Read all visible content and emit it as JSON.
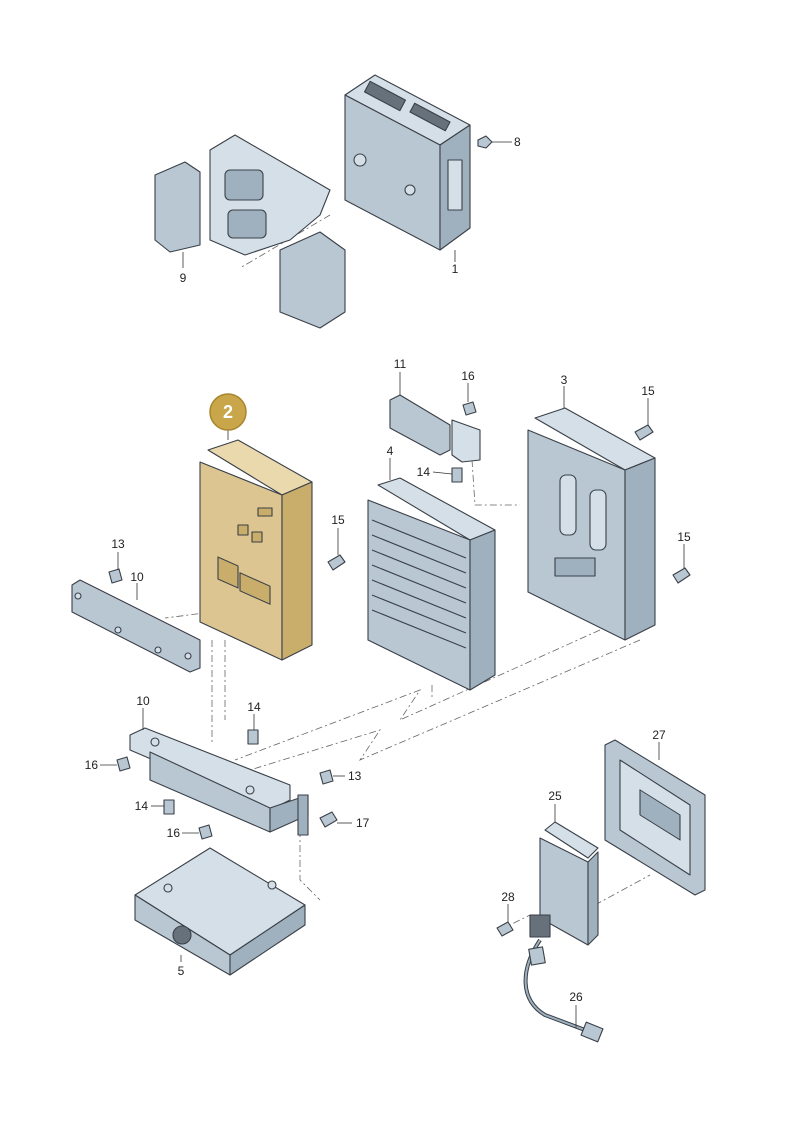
{
  "diagram": {
    "highlight_color": "#c9a64a",
    "highlighted_part": "2",
    "callouts": [
      {
        "id": "c1",
        "label": "1"
      },
      {
        "id": "c2",
        "label": "2"
      },
      {
        "id": "c3",
        "label": "3"
      },
      {
        "id": "c4",
        "label": "4"
      },
      {
        "id": "c5",
        "label": "5"
      },
      {
        "id": "c8",
        "label": "8"
      },
      {
        "id": "c9",
        "label": "9"
      },
      {
        "id": "c10a",
        "label": "10"
      },
      {
        "id": "c10b",
        "label": "10"
      },
      {
        "id": "c11",
        "label": "11"
      },
      {
        "id": "c13a",
        "label": "13"
      },
      {
        "id": "c13b",
        "label": "13"
      },
      {
        "id": "c14a",
        "label": "14"
      },
      {
        "id": "c14b",
        "label": "14"
      },
      {
        "id": "c14c",
        "label": "14"
      },
      {
        "id": "c15a",
        "label": "15"
      },
      {
        "id": "c15b",
        "label": "15"
      },
      {
        "id": "c15c",
        "label": "15"
      },
      {
        "id": "c16a",
        "label": "16"
      },
      {
        "id": "c16b",
        "label": "16"
      },
      {
        "id": "c16c",
        "label": "16"
      },
      {
        "id": "c17",
        "label": "17"
      },
      {
        "id": "c25",
        "label": "25"
      },
      {
        "id": "c26",
        "label": "26"
      },
      {
        "id": "c27",
        "label": "27"
      },
      {
        "id": "c28",
        "label": "28"
      }
    ]
  }
}
